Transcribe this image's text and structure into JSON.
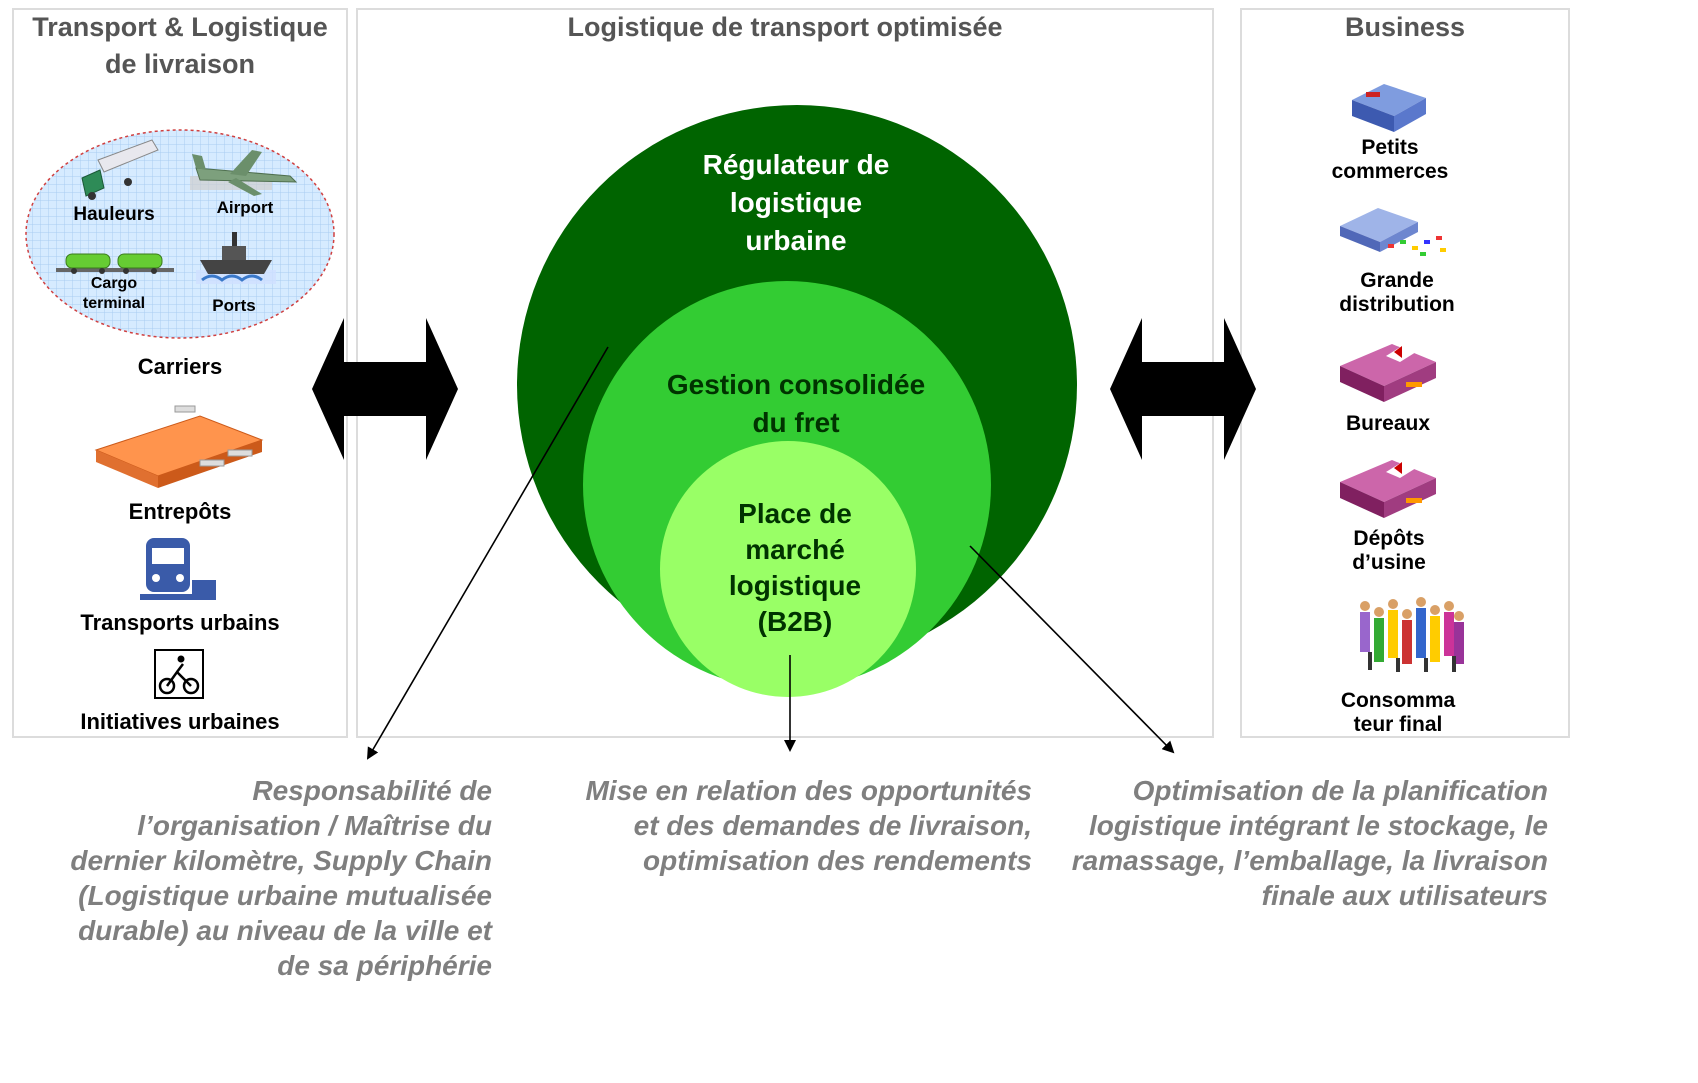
{
  "left_panel": {
    "title": "Transport & Logistique de livraison",
    "cloud_items": [
      {
        "label": "Hauleurs",
        "icon": "truck-icon"
      },
      {
        "label": "Airport",
        "icon": "airplane-icon"
      },
      {
        "label": "Cargo terminal",
        "icon": "cargo-train-icon"
      },
      {
        "label": "Ports",
        "icon": "ship-icon"
      }
    ],
    "carriers_label": "Carriers",
    "items": [
      {
        "label": "Entrepôts",
        "icon": "warehouse-icon"
      },
      {
        "label": "Transports urbains",
        "icon": "tram-icon"
      },
      {
        "label": "Initiatives urbaines",
        "icon": "bicycle-icon"
      }
    ]
  },
  "center_panel": {
    "title": "Logistique de transport optimisée",
    "circles": [
      {
        "label": "Régulateur de logistique urbaine",
        "color": "#006400"
      },
      {
        "label": "Gestion consolidée du fret",
        "color": "#33cc33"
      },
      {
        "label": "Place de marché logistique (B2B)",
        "color": "#99ff66"
      }
    ]
  },
  "right_panel": {
    "title": "Business",
    "items": [
      {
        "label": "Petits commerces",
        "icon": "small-shop-icon"
      },
      {
        "label": "Grande distribution",
        "icon": "distribution-center-icon"
      },
      {
        "label": "Bureaux",
        "icon": "office-building-icon"
      },
      {
        "label": "Dépôts d’usine",
        "icon": "factory-depot-icon"
      },
      {
        "label": "Consomma teur final",
        "icon": "people-crowd-icon"
      }
    ]
  },
  "captions": {
    "left": "Responsabilité de l’organisation / Maîtrise du dernier kilomètre, Supply Chain (Logistique urbaine mutualisée durable) au niveau de la ville et de sa périphérie",
    "center": "Mise en relation des opportunités et des demandes de livraison, optimisation des rendements",
    "right": "Optimisation de la planification logistique intégrant  le stockage, le ramassage, l’emballage, la livraison finale aux utilisateurs"
  },
  "colors": {
    "panel_border": "#dcdcdc",
    "caption_text": "#7f7f7f",
    "dark_green": "#006400",
    "mid_green": "#33cc33",
    "light_green": "#99ff66",
    "cloud_fill": "#cde6ff"
  }
}
